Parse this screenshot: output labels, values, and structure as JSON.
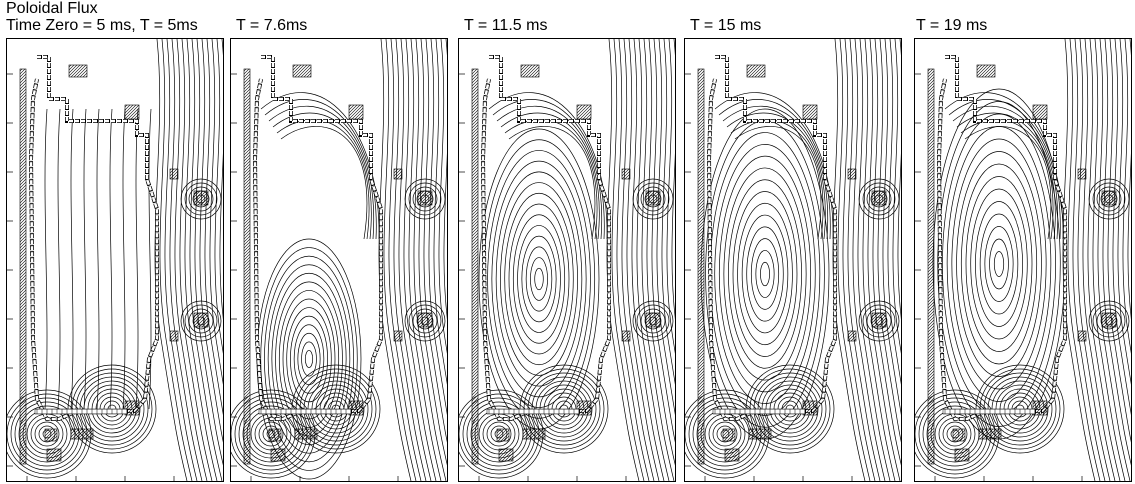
{
  "figure": {
    "title": "Poloidal Flux"
  },
  "panels": [
    {
      "label": "Time Zero = 5 ms, T = 5ms"
    },
    {
      "label": "T = 7.6ms"
    },
    {
      "label": "T = 11.5 ms"
    },
    {
      "label": "T = 15 ms"
    },
    {
      "label": "T = 19 ms"
    }
  ]
}
